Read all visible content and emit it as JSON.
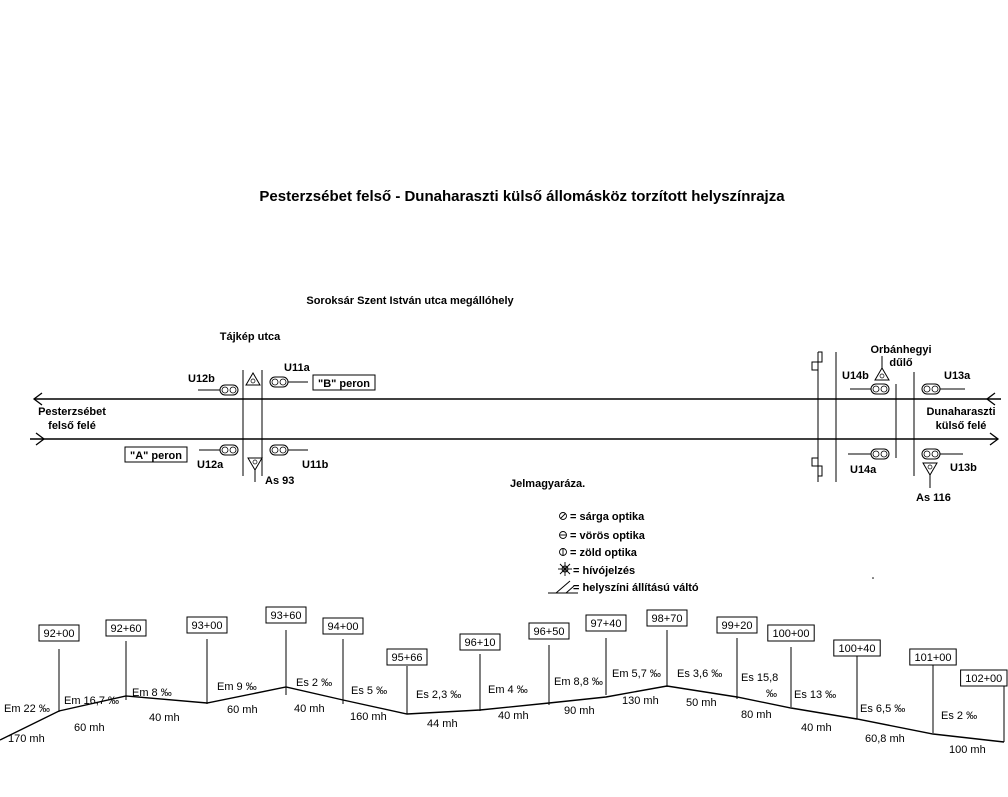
{
  "title": "Pesterzsébet felső - Dunaharaszti külső állomásköz torzított helyszínrajza",
  "stops": {
    "soroksar": "Soroksár Szent István utca  megállóhely",
    "tajkep": "Tájkép utca",
    "orbanhegyi_1": "Orbánhegyi",
    "orbanhegyi_2": "dűlő"
  },
  "directions": {
    "left_1": "Pesterzsébet",
    "left_2": "felső felé",
    "right_1": "Dunaharaszti",
    "right_2": "külső  felé"
  },
  "platforms": {
    "a": "\"A\" peron",
    "b": "\"B\" peron"
  },
  "signals": {
    "u12b": "U12b",
    "u11a": "U11a",
    "u12a": "U12a",
    "u11b": "U11b",
    "u14b": "U14b",
    "u13a": "U13a",
    "u14a": "U14a",
    "u13b": "U13b",
    "as93": "As 93",
    "as116": "As 116"
  },
  "legend": {
    "title": "Jelmagyaráza.",
    "items": [
      {
        "icon": "yellow-optic-icon",
        "text": "= sárga optika"
      },
      {
        "icon": "red-optic-icon",
        "text": "= vörös optika"
      },
      {
        "icon": "green-optic-icon",
        "text": "= zöld optika"
      },
      {
        "icon": "calling-on-signal-icon",
        "text": "= hívójelzés"
      },
      {
        "icon": "hand-switch-icon",
        "text": "= helyszíni állítású váltó"
      }
    ]
  },
  "profile": {
    "posts": [
      "92+00",
      "92+60",
      "93+00",
      "93+60",
      "94+00",
      "95+66",
      "96+10",
      "96+50",
      "97+40",
      "98+70",
      "99+20",
      "100+00",
      "100+40",
      "101+00",
      "102+00"
    ],
    "gradients": [
      {
        "grade": "Em 22 ‰",
        "length": "170 mh"
      },
      {
        "grade": "Em 16,7 ‰",
        "length": "60 mh"
      },
      {
        "grade": "Em  8 ‰",
        "length": "40 mh"
      },
      {
        "grade": "Em 9 ‰",
        "length": "60 mh"
      },
      {
        "grade": "Es 2 ‰",
        "length": "40 mh"
      },
      {
        "grade": "Es  5 ‰",
        "length": "160 mh"
      },
      {
        "grade": "Es 2,3 ‰",
        "length": "44 mh"
      },
      {
        "grade": "Em 4 ‰",
        "length": "40 mh"
      },
      {
        "grade": "Em 8,8 ‰",
        "length": "90 mh"
      },
      {
        "grade": "Em 5,7 ‰",
        "length": "130 mh"
      },
      {
        "grade": "Es 3,6 ‰",
        "length": "50 mh"
      },
      {
        "grade": "Es 15,8 ‰",
        "length": "80 mh"
      },
      {
        "grade": "Es 13 ‰",
        "length": "40 mh"
      },
      {
        "grade": "Es 6,5 ‰",
        "length": "60,8 mh"
      },
      {
        "grade": "Es 2 ‰",
        "length": "100 mh"
      }
    ]
  }
}
